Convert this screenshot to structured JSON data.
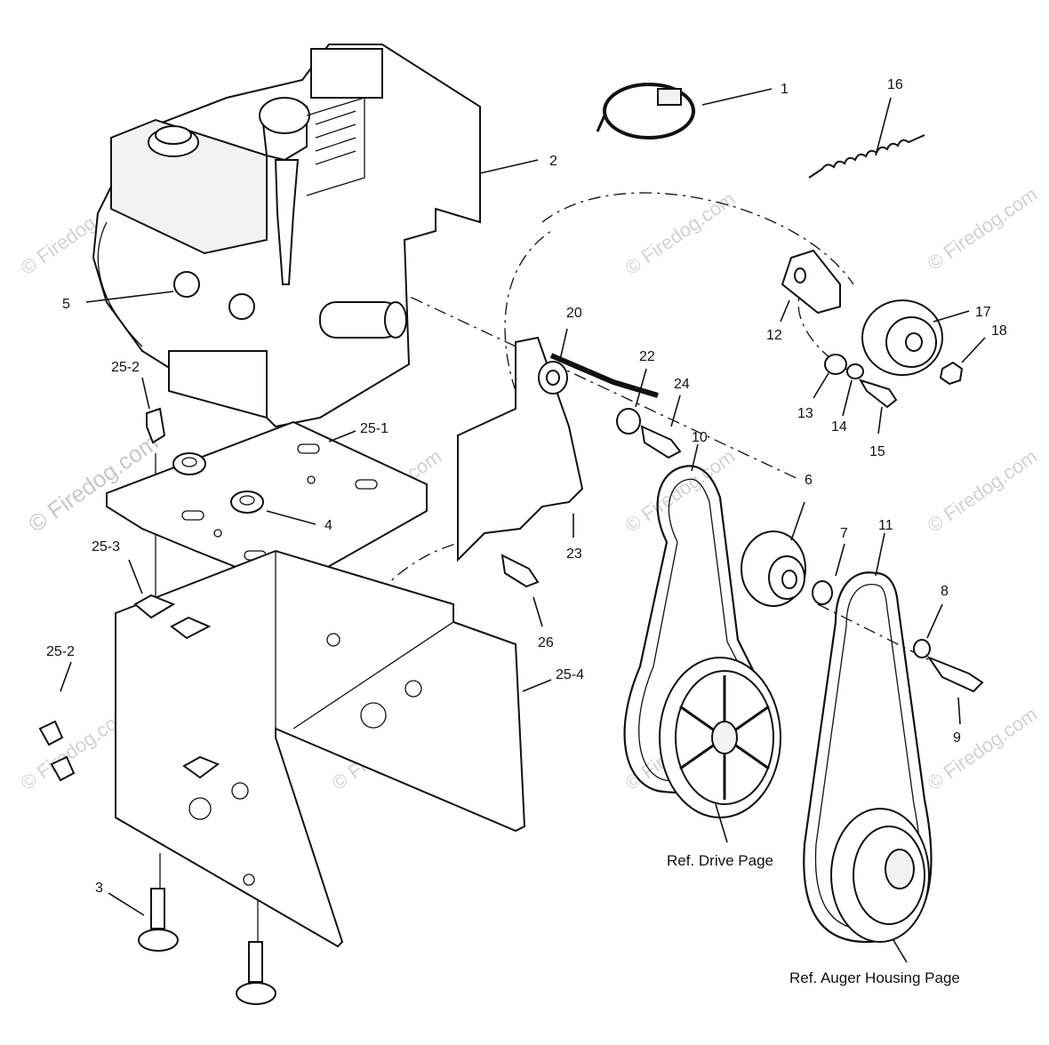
{
  "diagram": {
    "part_labels": [
      {
        "id": "1",
        "text": "1"
      },
      {
        "id": "2",
        "text": "2"
      },
      {
        "id": "3",
        "text": "3"
      },
      {
        "id": "4",
        "text": "4"
      },
      {
        "id": "5",
        "text": "5"
      },
      {
        "id": "6",
        "text": "6"
      },
      {
        "id": "7",
        "text": "7"
      },
      {
        "id": "8",
        "text": "8"
      },
      {
        "id": "9",
        "text": "9"
      },
      {
        "id": "10",
        "text": "10"
      },
      {
        "id": "11",
        "text": "11"
      },
      {
        "id": "12",
        "text": "12"
      },
      {
        "id": "13",
        "text": "13"
      },
      {
        "id": "14",
        "text": "14"
      },
      {
        "id": "15",
        "text": "15"
      },
      {
        "id": "16",
        "text": "16"
      },
      {
        "id": "17",
        "text": "17"
      },
      {
        "id": "18",
        "text": "18"
      },
      {
        "id": "20",
        "text": "20"
      },
      {
        "id": "22",
        "text": "22"
      },
      {
        "id": "23",
        "text": "23"
      },
      {
        "id": "24",
        "text": "24"
      },
      {
        "id": "26",
        "text": "26"
      },
      {
        "id": "25-1",
        "text": "25-1"
      },
      {
        "id": "25-2a",
        "text": "25-2"
      },
      {
        "id": "25-2b",
        "text": "25-2"
      },
      {
        "id": "25-3",
        "text": "25-3"
      },
      {
        "id": "25-4",
        "text": "25-4"
      }
    ],
    "references": {
      "drive": "Ref. Drive Page",
      "auger": "Ref. Auger Housing Page"
    },
    "watermark": {
      "brand": "Firedog.com",
      "prominent": "© Firedog.com"
    }
  }
}
